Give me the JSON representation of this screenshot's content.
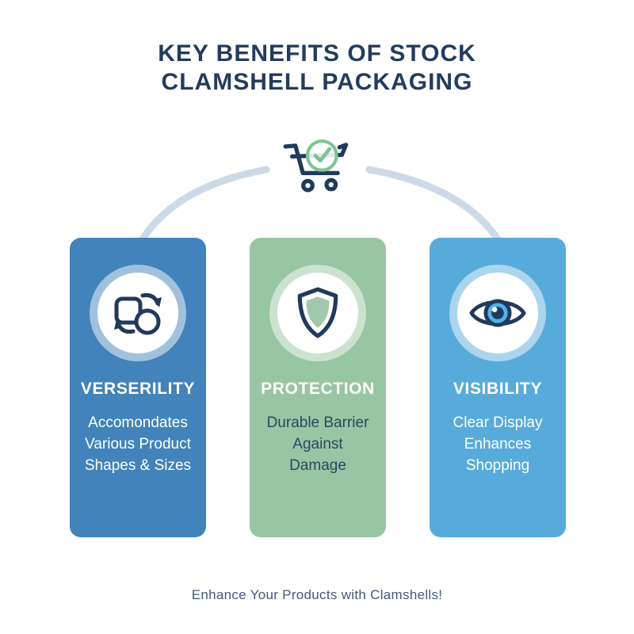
{
  "header": {
    "title_line1": "KEY BENEFITS OF STOCK",
    "title_line2": "CLAMSHELL PACKAGING"
  },
  "hero": {
    "icon": "shopping-cart-with-green-checkmark",
    "connector": "light-blue-arc-left-and-right"
  },
  "cards": [
    {
      "title": "VERSERILITY",
      "lines": [
        "Accomondates",
        "Various Product",
        "Shapes & Sizes"
      ],
      "icon": "shapes-swap-icon",
      "bg_color": "#4183ba",
      "desc_color": "#ffffff"
    },
    {
      "title": "PROTECTION",
      "lines": [
        "Durable Barrier",
        "Against",
        "Damage"
      ],
      "icon": "shield-icon",
      "bg_color": "#98c5a3",
      "desc_color": "#2e4562"
    },
    {
      "title": "VISIBILITY",
      "lines": [
        "Clear Display",
        "Enhances",
        "Shopping"
      ],
      "icon": "eye-icon",
      "bg_color": "#57abda",
      "desc_color": "#ffffff"
    }
  ],
  "footer": {
    "tagline": "Enhance Your Products with Clamshells!"
  },
  "colors": {
    "background": "#ffffff",
    "navy": "#1f3a5c",
    "title_navy": "#233c5e",
    "card_blue": "#4183ba",
    "card_green": "#98c5a3",
    "card_lightblue": "#57abda",
    "ring_white": "rgba(255,255,255,0.5)",
    "arc_gray_blue": "#cdd9e7",
    "check_green": "#7ec494",
    "shield_green": "#a0c9ab",
    "iris_blue": "#53b1e5",
    "desc_navy": "#2e4562",
    "tagline_slate": "#44587a"
  }
}
